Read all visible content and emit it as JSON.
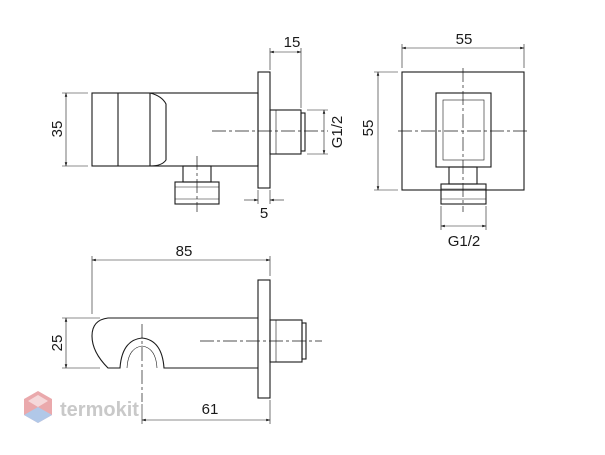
{
  "dimensions": {
    "side_depth": "15",
    "side_height": "35",
    "side_thread": "G1/2",
    "side_flange": "5",
    "front_width": "55",
    "front_height": "55",
    "front_thread": "G1/2",
    "top_length": "85",
    "top_width": "25",
    "top_offset": "61"
  },
  "watermark": "termokit",
  "colors": {
    "line": "#1a1a1a",
    "watermark_text": "#c9c9c9",
    "logo_red": "#e8a0a4",
    "logo_blue": "#a9c3e6"
  }
}
